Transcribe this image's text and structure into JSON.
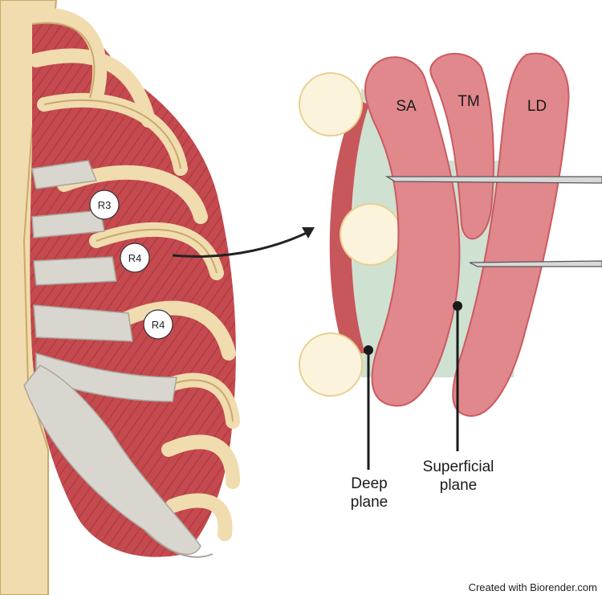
{
  "rib_labels": [
    "R3",
    "R4",
    "R4"
  ],
  "muscles": {
    "sa": "SA",
    "tm": "TM",
    "ld": "LD"
  },
  "planes": {
    "deep_line1": "Deep",
    "deep_line2": "plane",
    "superficial_line1": "Superficial",
    "superficial_line2": "plane"
  },
  "credit": "Created with Biorender.com",
  "colors": {
    "muscle": "#c44a4f",
    "muscle_light": "#dc8c8e",
    "bone": "#f0dcae",
    "bone_outline": "#c9a96a",
    "cartilage": "#d9d6d0",
    "fascia": "#cfe1d0",
    "pleura": "#c8575b"
  }
}
